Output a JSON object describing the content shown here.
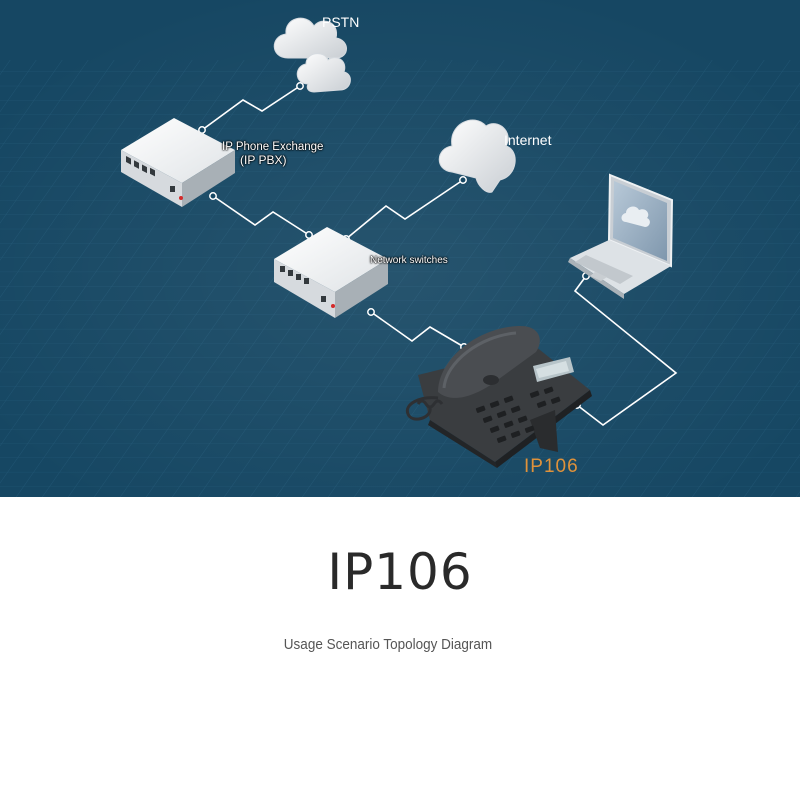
{
  "diagram": {
    "background_color": "#164763",
    "link_color": "#ffffff",
    "nodes": {
      "pstn": {
        "label": "PSTN",
        "icon": "cloud-icon"
      },
      "internet": {
        "label": "Internet",
        "icon": "cloud-icon"
      },
      "pbx": {
        "label_line1": "IP Phone Exchange",
        "label_line2": "(IP PBX)",
        "icon": "network-device-icon"
      },
      "switch": {
        "label": "Network switches",
        "icon": "network-switch-icon"
      },
      "laptop": {
        "icon": "laptop-icon"
      },
      "phone": {
        "label": "IP106",
        "label_color": "#e0923a",
        "icon": "desk-phone-icon"
      }
    },
    "links": [
      [
        "pstn",
        "pbx"
      ],
      [
        "pbx",
        "switch"
      ],
      [
        "internet",
        "switch"
      ],
      [
        "switch",
        "phone"
      ],
      [
        "laptop",
        "phone"
      ]
    ]
  },
  "page": {
    "title": "IP106",
    "subtitle": "Usage Scenario Topology Diagram"
  }
}
